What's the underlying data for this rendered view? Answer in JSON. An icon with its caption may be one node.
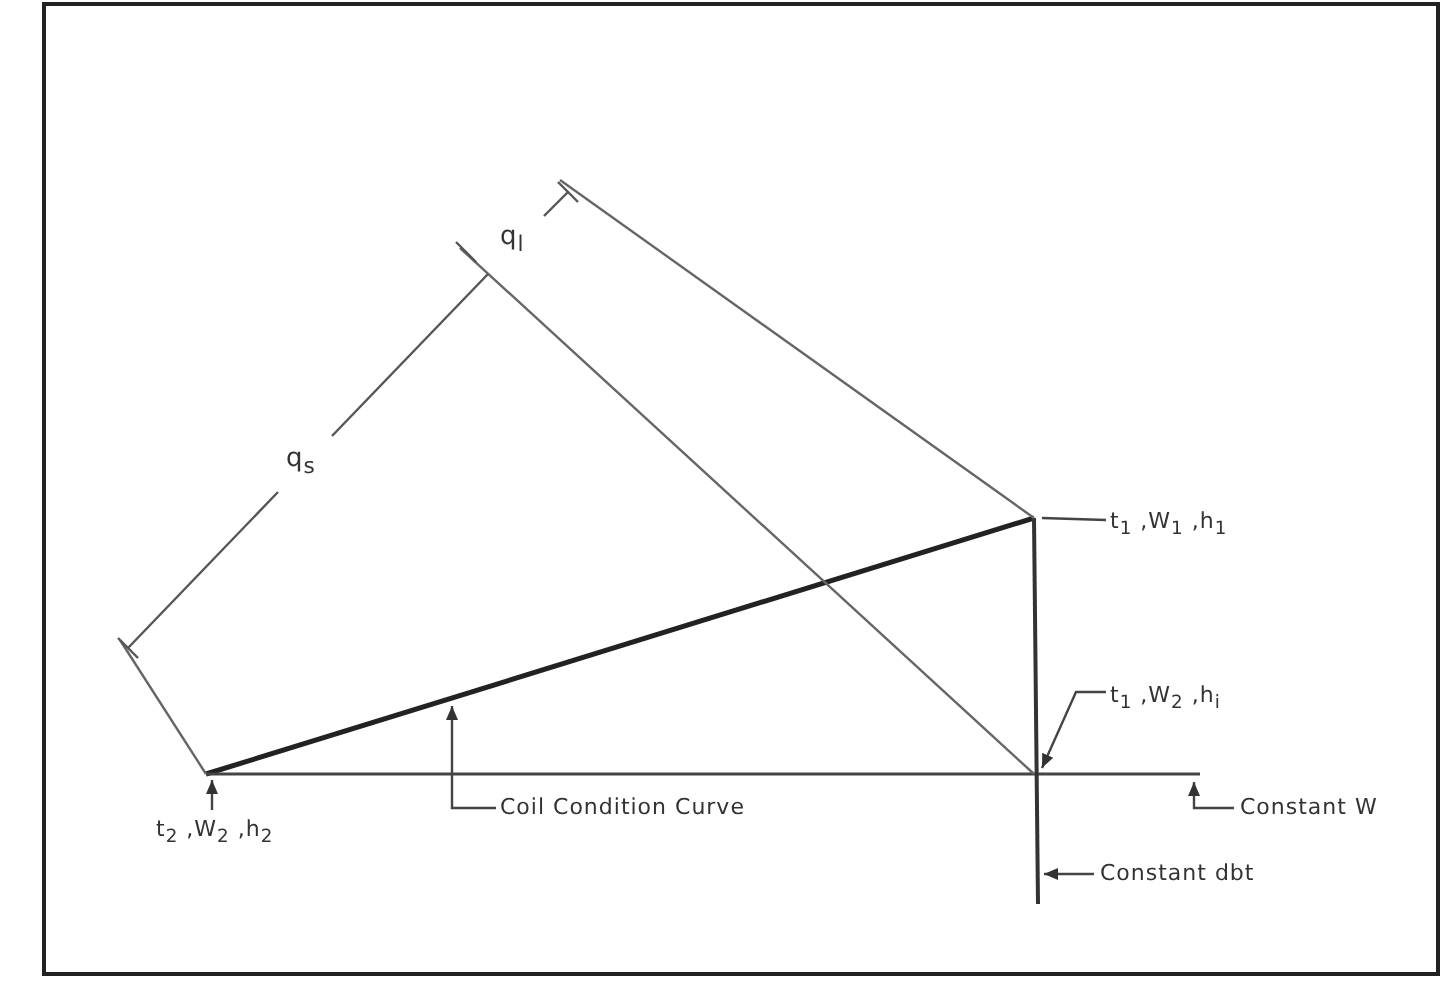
{
  "diagram": {
    "nodes": [
      {
        "text": [
          "t$_{1}$ ,W$_{1}$ ,h$_{1}$"
        ]
      },
      {
        "text": [
          "t$_{1}$ ,W$_{2}$ ,h$_{i}$"
        ]
      },
      {
        "text": [
          "t$_{2}$ ,W$_{2}$ ,h$_{2}$"
        ]
      },
      {
        "text": [
          "Coil Condition Curve"
        ]
      },
      {
        "text": [
          "Constant W"
        ]
      },
      {
        "text": [
          "Constant dbt"
        ]
      }
    ],
    "edges": [
      {
        "from": 0,
        "to": null,
        "arrow": "none"
      },
      {
        "from": 1,
        "to": null,
        "arrow": "to"
      },
      {
        "from": 2,
        "to": null,
        "arrow": "to"
      },
      {
        "from": 3,
        "to": null,
        "arrow": "to"
      },
      {
        "from": 4,
        "to": null,
        "arrow": "to"
      },
      {
        "from": 5,
        "to": null,
        "arrow": "to"
      }
    ],
    "labels": [
      "q$_{l}$",
      "q$_{s}$"
    ]
  }
}
